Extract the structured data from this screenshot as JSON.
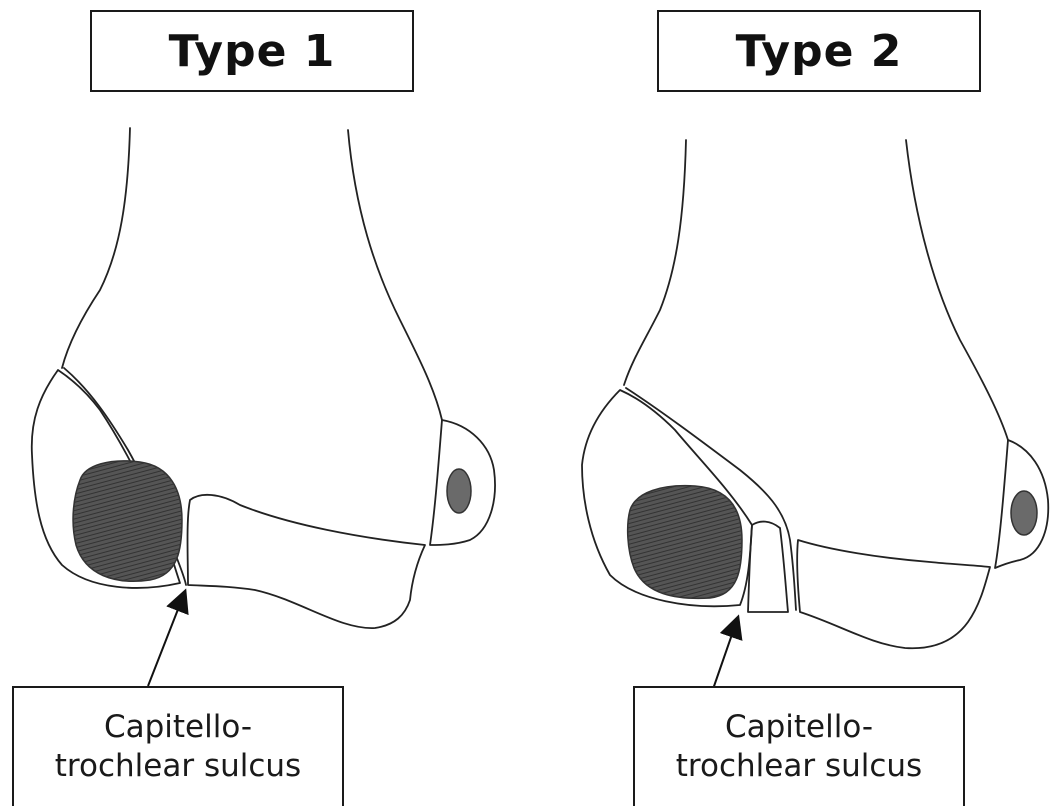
{
  "panels": [
    {
      "title": "Type 1",
      "label_line1": "Capitello-",
      "label_line2": "trochlear sulcus"
    },
    {
      "title": "Type 2",
      "label_line1": "Capitello-",
      "label_line2": "trochlear sulcus"
    }
  ],
  "colors": {
    "line": "#222222",
    "shade": "#4a4a4a",
    "background": "#ffffff"
  }
}
